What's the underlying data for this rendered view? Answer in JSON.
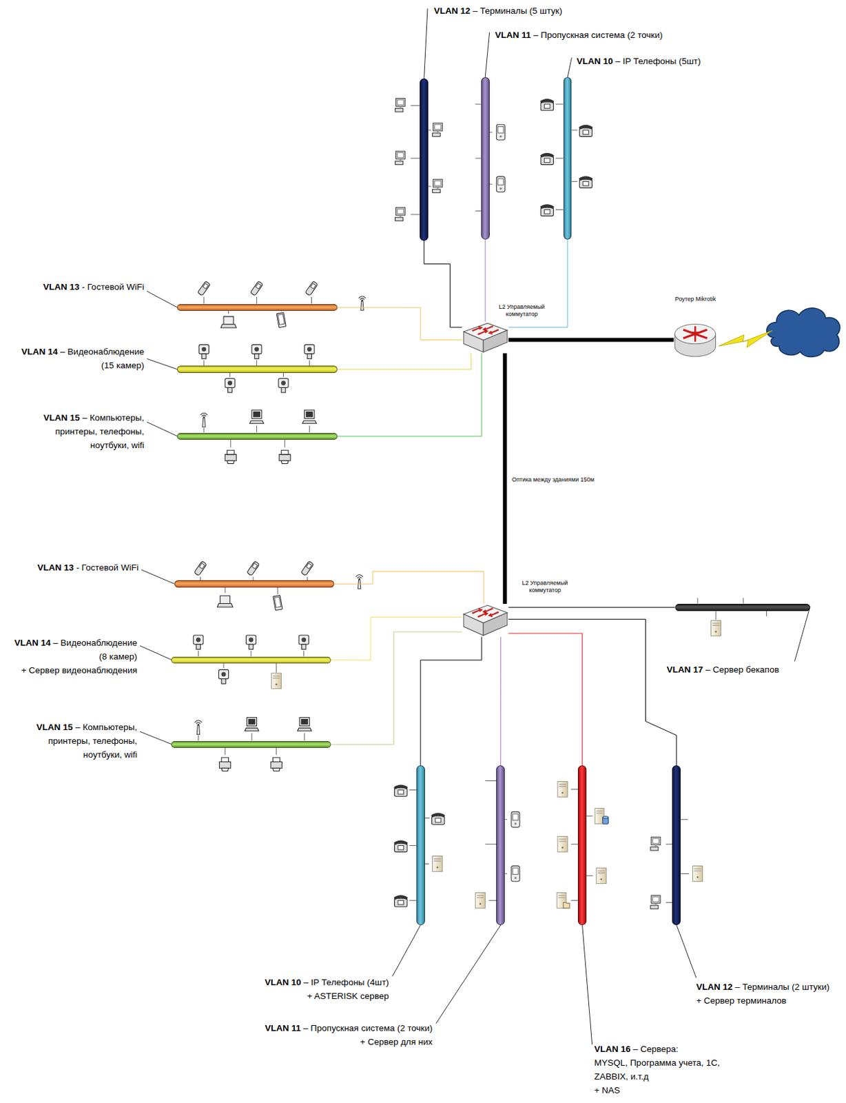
{
  "diagram": {
    "nodes": [
      {
        "text": [
          "VLAN 12",
          "– Терминалы (5 штук)"
        ]
      },
      {
        "text": [
          "VLAN 11",
          "– Пропускная система (2 точки)"
        ]
      },
      {
        "text": [
          "VLAN 10",
          "– IP Телефоны (5шт)"
        ]
      },
      {
        "text": [
          "VLAN 13",
          "- Гостевой WiFi"
        ]
      },
      {
        "text": [
          "VLAN 14",
          "– Видеонаблюдение",
          "(15 камер)"
        ]
      },
      {
        "text": [
          "VLAN 15",
          "– Компьютеры,",
          "принтеры, телефоны,",
          "ноутбуки, wifi"
        ]
      },
      {
        "text": [
          "L2 Управляемый коммутатор"
        ]
      },
      {
        "text": [
          "Роутер Mikrotik"
        ]
      },
      {
        "text": [
          "L2 Управляемый коммутатор"
        ]
      },
      {
        "text": [
          "VLAN 13",
          "- Гостевой WiFi"
        ]
      },
      {
        "text": [
          "VLAN 14",
          "– Видеонаблюдение",
          "(8 камер)",
          "+ Сервер видеонаблюдения"
        ]
      },
      {
        "text": [
          "VLAN 15",
          "– Компьютеры,",
          "принтеры, телефоны,",
          "ноутбуки, wifi"
        ]
      },
      {
        "text": [
          "VLAN 17",
          "– Сервер бекапов"
        ]
      },
      {
        "text": [
          "VLAN 10",
          "– IP Телефоны (4шт)",
          "+ ASTERISK сервер"
        ]
      },
      {
        "text": [
          "VLAN 11",
          "– Пропускная система (2 точки)",
          "+ Сервер для них"
        ]
      },
      {
        "text": [
          "VLAN 16",
          "– Сервера:",
          "MYSQL, Программа учета, 1С,",
          "ZABBIX, и.т.д",
          "+ NAS"
        ]
      },
      {
        "text": [
          "VLAN 12",
          "– Терминалы (2 штуки)",
          "+ Сервер терминалов"
        ]
      }
    ],
    "edges": [
      {
        "from": 6,
        "to": 0,
        "arrow": "none"
      },
      {
        "from": 6,
        "to": 1,
        "arrow": "none"
      },
      {
        "from": 6,
        "to": 2,
        "arrow": "none"
      },
      {
        "from": 6,
        "to": 3,
        "arrow": "none"
      },
      {
        "from": 6,
        "to": 4,
        "arrow": "none"
      },
      {
        "from": 6,
        "to": 5,
        "arrow": "none"
      },
      {
        "from": 6,
        "to": 7,
        "arrow": "none"
      },
      {
        "from": 6,
        "to": 8,
        "label": "Оптика между зданиями 150м",
        "arrow": "none"
      },
      {
        "from": 8,
        "to": 9,
        "arrow": "none"
      },
      {
        "from": 8,
        "to": 10,
        "arrow": "none"
      },
      {
        "from": 8,
        "to": 11,
        "arrow": "none"
      },
      {
        "from": 8,
        "to": 12,
        "arrow": "none"
      },
      {
        "from": 8,
        "to": 13,
        "arrow": "none"
      },
      {
        "from": 8,
        "to": 14,
        "arrow": "none"
      },
      {
        "from": 8,
        "to": 15,
        "arrow": "none"
      },
      {
        "from": 8,
        "to": 16,
        "arrow": "none"
      }
    ]
  }
}
